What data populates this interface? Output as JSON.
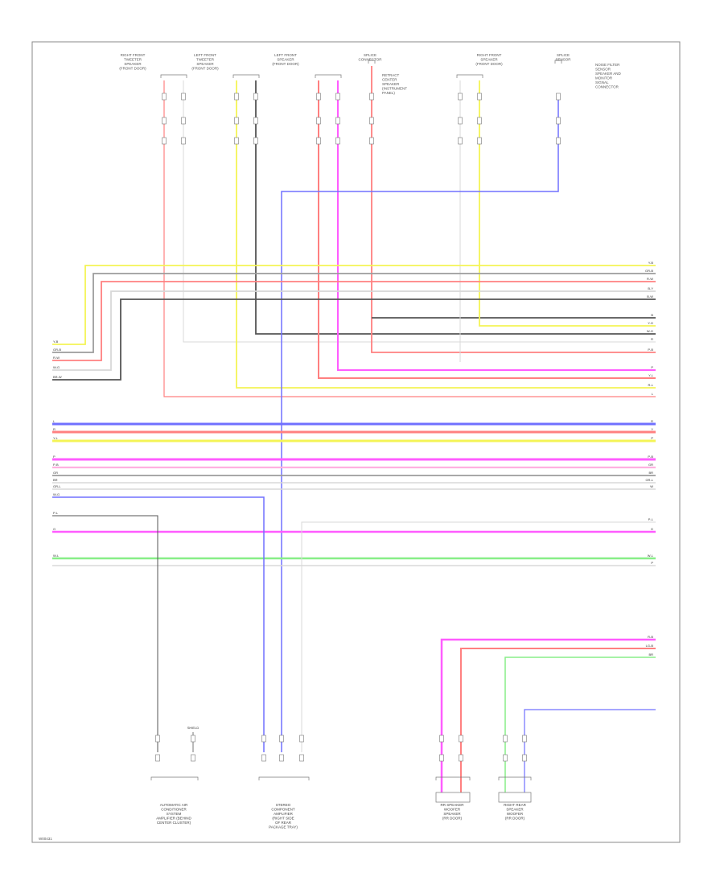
{
  "diagram": {
    "footer_code": "W00431",
    "colors": {
      "red": "#ff8080",
      "yellow": "#f4f456",
      "gray": "#9c9c9c",
      "dark": "#555555",
      "blue": "#7070ff",
      "magenta": "#ff5cff",
      "pink": "#ffb0e0",
      "green": "#88ee88",
      "light": "#d8d8d8",
      "white": "#bbbbbb"
    },
    "connectors_top": [
      {
        "id": "c1",
        "label": "RIGHT FRONT\nTWEETER\nSPEAKER\n(FRONT DOOR)"
      },
      {
        "id": "c2",
        "label": "LEFT FRONT\nTWEETER\nSPEAKER\n(FRONT DOOR)"
      },
      {
        "id": "c3",
        "label": "LEFT FRONT\nSPEAKER\n(FRONT DOOR)"
      },
      {
        "id": "c4",
        "label": "SPLICE\nCONNECTOR"
      },
      {
        "id": "c5",
        "label": "RIGHT FRONT\nSPEAKER\n(FRONT DOOR)"
      },
      {
        "id": "c6",
        "label": "SPLICE\nSENSOR"
      }
    ],
    "notes_top": [
      {
        "id": "n1",
        "text": "RETRACT\nCENTER\nSPEAKER\n(INSTRUMENT\nPANEL)"
      },
      {
        "id": "n2",
        "text": "NOISE FILTER\nSENSOR\nSPEAKER AND\nMONITOR\nSIGNAL\nCONNECTOR"
      }
    ],
    "right_wire_labels": [
      {
        "id": "r1",
        "text": "Y-B"
      },
      {
        "id": "r2",
        "text": "GR-B"
      },
      {
        "id": "r3",
        "text": "R-W"
      },
      {
        "id": "r4",
        "text": "B-Y"
      },
      {
        "id": "r5",
        "text": "B-W"
      },
      {
        "id": "r6",
        "text": "B"
      },
      {
        "id": "r7",
        "text": "Y-G"
      },
      {
        "id": "r8",
        "text": "W-G"
      },
      {
        "id": "r9",
        "text": "R"
      },
      {
        "id": "r10",
        "text": "P-B"
      },
      {
        "id": "r11",
        "text": "P"
      },
      {
        "id": "r12",
        "text": "Y-L"
      },
      {
        "id": "r13",
        "text": "R-L"
      },
      {
        "id": "r14",
        "text": "L"
      },
      {
        "id": "r15",
        "text": "R"
      },
      {
        "id": "r16",
        "text": "Y"
      },
      {
        "id": "r17",
        "text": "P"
      },
      {
        "id": "r18",
        "text": "P-B"
      },
      {
        "id": "r19",
        "text": "GR"
      },
      {
        "id": "r20",
        "text": "BR"
      },
      {
        "id": "r21",
        "text": "GR-L"
      },
      {
        "id": "r22",
        "text": "W"
      },
      {
        "id": "r23",
        "text": "P-L"
      },
      {
        "id": "r24",
        "text": "G"
      },
      {
        "id": "r25",
        "text": "W-L"
      },
      {
        "id": "r26",
        "text": "P"
      },
      {
        "id": "r27",
        "text": "R-B"
      },
      {
        "id": "r28",
        "text": "LG-B"
      },
      {
        "id": "r29",
        "text": "BR"
      }
    ],
    "left_wire_labels": [
      {
        "id": "l1",
        "text": "Y-B"
      },
      {
        "id": "l2",
        "text": "GR-B"
      },
      {
        "id": "l3",
        "text": "R-W"
      },
      {
        "id": "l4",
        "text": "W-G"
      },
      {
        "id": "l5",
        "text": "BR-W"
      },
      {
        "id": "l6",
        "text": "L"
      },
      {
        "id": "l7",
        "text": "R"
      },
      {
        "id": "l8",
        "text": "Y-L"
      },
      {
        "id": "l9",
        "text": "P"
      },
      {
        "id": "l10",
        "text": "P-B"
      },
      {
        "id": "l11",
        "text": "GR"
      },
      {
        "id": "l12",
        "text": "BR"
      },
      {
        "id": "l13",
        "text": "GR-L"
      },
      {
        "id": "l14",
        "text": "W-G"
      },
      {
        "id": "l15",
        "text": "P-L"
      },
      {
        "id": "l16",
        "text": "G"
      },
      {
        "id": "l17",
        "text": "W-L"
      }
    ],
    "bottom_components": [
      {
        "id": "b1",
        "label": "AUTOMATIC AIR\nCONDITIONER\nSYSTEM\nAMPLIFIER (BEHIND\nCENTER CLUSTER)"
      },
      {
        "id": "b2",
        "label": "STEREO\nCOMPONENT\nAMPLIFIER\n(RIGHT SIDE\nOF REAR\nPACKAGE TRAY)"
      },
      {
        "id": "b3",
        "label": "RR SPEAKER\nWOOFER\nSPEAKER\n(RR DOOR)"
      },
      {
        "id": "b4",
        "label": "RIGHT REAR\nSPEAKER\nWOOFER\n(RR DOOR)"
      }
    ],
    "small_tag": "SHIELD"
  }
}
